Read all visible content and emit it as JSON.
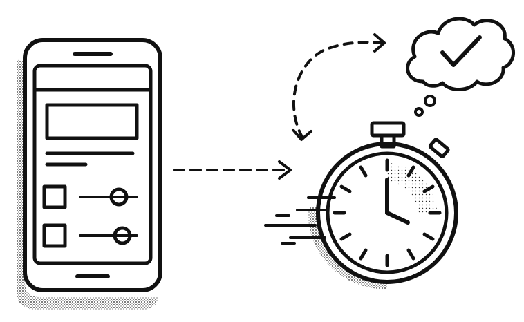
{
  "illustration": {
    "style": "black-and-white line art with halftone dot shading",
    "ink_color": "#111111",
    "shade_color": "#222222",
    "background_color": "#ffffff",
    "icons": {
      "phone": "smartphone-icon",
      "settings_screen": "settings-form-icon",
      "checkbox": "checkbox-icon",
      "slider": "slider-icon",
      "flow_arrow": "dashed-arrow-icon",
      "loop_arrow": "curved-dashed-arrow-icon",
      "stopwatch": "stopwatch-icon",
      "speed_lines": "speed-lines-icon",
      "thought_bubble": "thought-bubble-icon",
      "checkmark": "checkmark-icon"
    },
    "settings_rows": 2,
    "slider_levels": [
      0.75,
      0.8
    ],
    "stopwatch_time": {
      "hour_hand": "12",
      "minute_hand": "≈ 4"
    }
  }
}
